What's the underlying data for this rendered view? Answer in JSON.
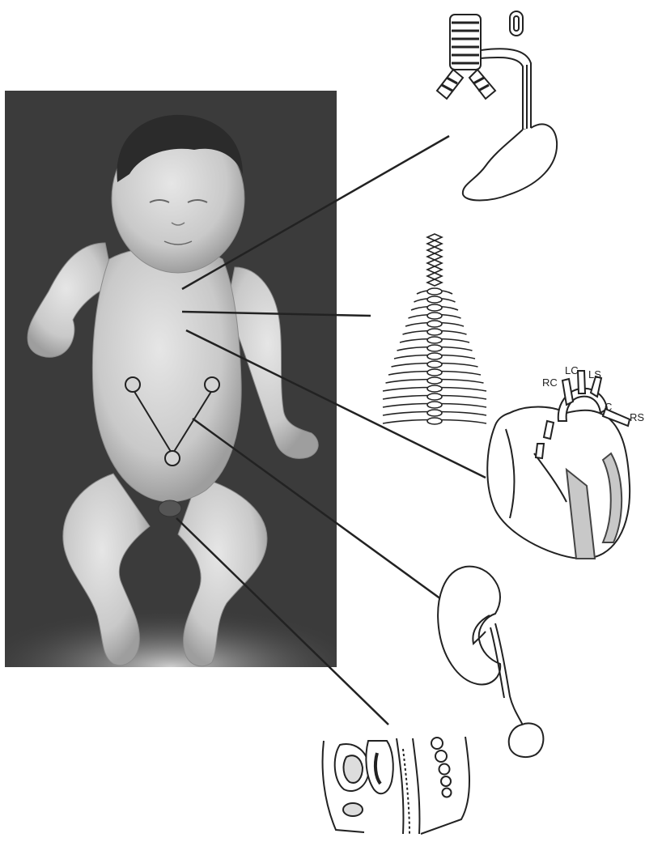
{
  "heart_labels": {
    "rc": "RC",
    "lc": "LC",
    "ls": "LS",
    "c": "C",
    "rs": "RS"
  },
  "colors": {
    "photo_background": "#3a3a3a",
    "skin_light": "#d8d8d8",
    "hair": "#2a2a2a",
    "line": "#222222",
    "shading": "#c8c8c8"
  }
}
